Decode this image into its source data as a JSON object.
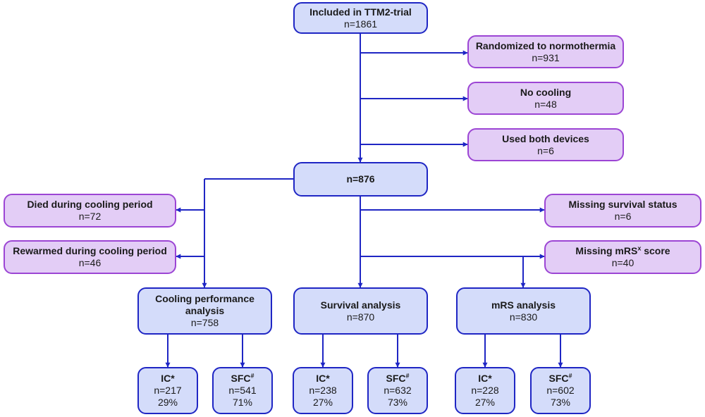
{
  "nodes": {
    "included": {
      "title": "Included in TTM2-trial",
      "n": "n=1861"
    },
    "normothermia": {
      "title": "Randomized to normothermia",
      "n": "n=931"
    },
    "no_cooling": {
      "title": "No cooling",
      "n": "n=48"
    },
    "both_devices": {
      "title": "Used both devices",
      "n": "n=6"
    },
    "n876": {
      "title": "n=876"
    },
    "died": {
      "title": "Died during cooling period",
      "n": "n=72"
    },
    "rewarmed": {
      "title": "Rewarmed during cooling period",
      "n": "n=46"
    },
    "missing_survival": {
      "title": "Missing survival status",
      "n": "n=6"
    },
    "missing_mrs": {
      "title_pre": "Missing mRS",
      "title_sup": "x",
      "title_post": " score",
      "n": "n=40"
    },
    "cooling_perf": {
      "title_line1": "Cooling performance",
      "title_line2": "analysis",
      "n": "n=758"
    },
    "survival": {
      "title": "Survival analysis",
      "n": "n=870"
    },
    "mrs": {
      "title": "mRS analysis",
      "n": "n=830"
    },
    "cp_ic": {
      "title_pre": "IC",
      "title_sup": "*",
      "n": "n=217",
      "pct": "29%"
    },
    "cp_sfc": {
      "title_pre": "SFC",
      "title_sup": "#",
      "n": "n=541",
      "pct": "71%"
    },
    "sv_ic": {
      "title_pre": "IC",
      "title_sup": "*",
      "n": "n=238",
      "pct": "27%"
    },
    "sv_sfc": {
      "title_pre": "SFC",
      "title_sup": "#",
      "n": "n=632",
      "pct": "73%"
    },
    "mrs_ic": {
      "title_pre": "IC",
      "title_sup": "*",
      "n": "n=228",
      "pct": "27%"
    },
    "mrs_sfc": {
      "title_pre": "SFC",
      "title_sup": "#",
      "n": "n=602",
      "pct": "73%"
    }
  },
  "colors": {
    "line": "#1f26c4",
    "blue_fill": "#d4dcfa",
    "blue_border": "#1f26c4",
    "purple_fill": "#e3cdf6",
    "purple_border": "#9c45d4"
  }
}
